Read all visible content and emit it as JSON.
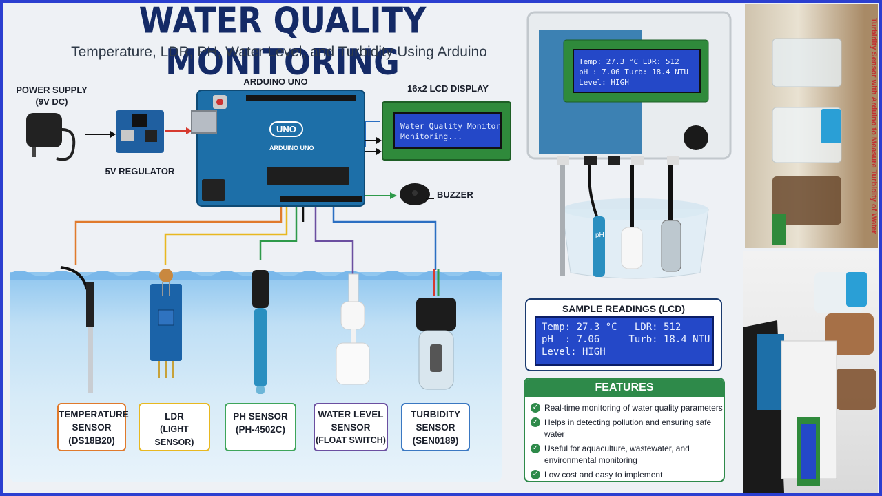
{
  "header": {
    "title": "WATER QUALITY MONITORING",
    "subtitle": "Temperature, LDR, PH, Water Level, and Turbidity Using Arduino"
  },
  "power_supply": {
    "label": "POWER SUPPLY",
    "sub": "(9V DC)"
  },
  "regulator": {
    "label": "5V REGULATOR"
  },
  "arduino": {
    "label": "ARDUINO UNO",
    "logo_text": "UNO",
    "board_text": "ARDUINO UNO"
  },
  "lcd": {
    "label": "16x2 LCD DISPLAY",
    "line1": "Water Quality Monitor",
    "line2": "Monitoring..."
  },
  "buzzer": {
    "label": "BUZZER"
  },
  "sensors": [
    {
      "name": "TEMPERATURE",
      "line2": "SENSOR",
      "line3": "(DS18B20)",
      "color": "#e07a2c"
    },
    {
      "name": "LDR",
      "line2": "(LIGHT SENSOR)",
      "line3": "",
      "color": "#e8b820"
    },
    {
      "name": "PH SENSOR",
      "line2": "(PH-4502C)",
      "line3": "",
      "color": "#3ea55a"
    },
    {
      "name": "WATER LEVEL",
      "line2": "SENSOR",
      "line3": "(FLOAT SWITCH)",
      "color": "#6b4fa0"
    },
    {
      "name": "TURBIDITY",
      "line2": "SENSOR",
      "line3": "(SEN0189)",
      "color": "#3a78c2"
    }
  ],
  "enclosure_lcd": {
    "line1": "Temp: 27.3 °C  LDR: 512",
    "line2": "pH  : 7.06    Turb: 18.4 NTU",
    "line3": "Level: HIGH",
    "ph_label": "pH"
  },
  "sample_readings": {
    "title": "SAMPLE READINGS (LCD)",
    "line1": "Temp: 27.3 °C   LDR: 512",
    "line2": "pH  : 7.06     Turb: 18.4 NTU",
    "line3": "Level: HIGH"
  },
  "features": {
    "title": "FEATURES",
    "items": [
      "Real-time monitoring of water quality parameters",
      "Helps in detecting pollution and ensuring safe water",
      "Useful for aquaculture, wastewater, and environmental monitoring",
      "Low cost and easy to implement"
    ]
  },
  "photo_caption": "Turbidity Sensor with Arduino to Measure Turbidity of Water",
  "wire_colors": {
    "red": "#d63a2f",
    "black": "#111111",
    "blue": "#2b6fc2",
    "green": "#2e9a4a"
  }
}
